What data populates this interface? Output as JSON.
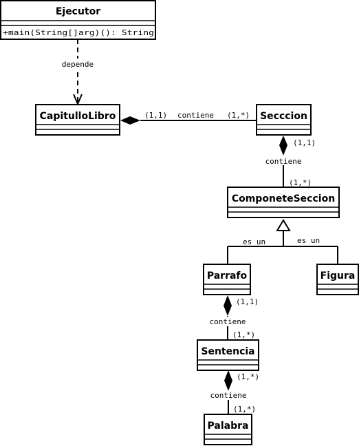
{
  "classes": {
    "ejecutor": {
      "name": "Ejecutor",
      "operation": "+main(String[]arg)(): String"
    },
    "capitulo": {
      "name": "CapitulloLibro"
    },
    "seccion": {
      "name": "Secccion"
    },
    "componente": {
      "name": "ComponeteSeccion"
    },
    "parrafo": {
      "name": "Parrafo"
    },
    "figura": {
      "name": "Figura"
    },
    "sentencia": {
      "name": "Sentencia"
    },
    "palabra": {
      "name": "Palabra"
    }
  },
  "relations": {
    "depende": {
      "label": "depende"
    },
    "cap_sec": {
      "left_mult": "(1,1)",
      "label": "contiene",
      "right_mult": "(1,*)"
    },
    "sec_comp": {
      "top_mult": "(1,1)",
      "label": "contiene",
      "bottom_mult": "(1,*)"
    },
    "gen_parrafo": {
      "label": "es un"
    },
    "gen_figura": {
      "label": "es un"
    },
    "par_sent": {
      "top_mult": "(1,1)",
      "label": "contiene",
      "bottom_mult": "(1,*)"
    },
    "sent_pal": {
      "top_mult": "(1,*)",
      "label": "contiene",
      "bottom_mult": "(1,*)"
    }
  }
}
